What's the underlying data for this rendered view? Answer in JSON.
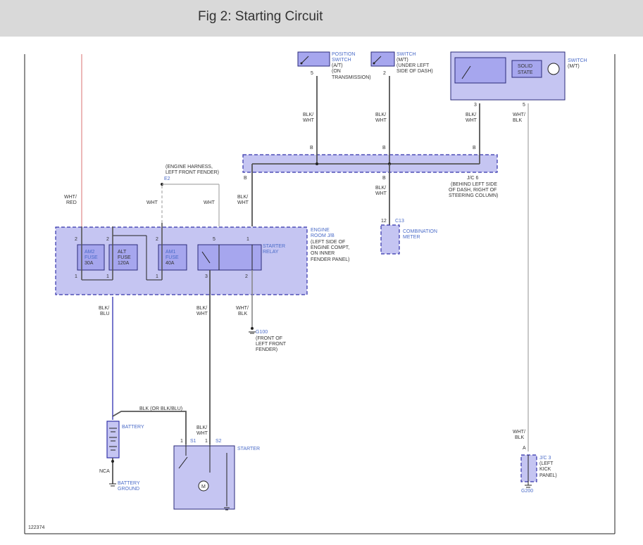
{
  "header": {
    "title": "Fig 2: Starting Circuit"
  },
  "diagram": {
    "figure_id": "122374",
    "top_components": [
      {
        "name": "POSITION SWITCH",
        "lines": [
          "POSITION",
          "SWITCH",
          "(A/T)",
          "(ON",
          "TRANSMISSION)"
        ],
        "pin": "5"
      },
      {
        "name": "SWITCH (M/T)",
        "lines": [
          "SWITCH",
          "(M/T)",
          "(UNDER LEFT",
          "SIDE OF DASH)"
        ],
        "pin": "2"
      },
      {
        "name": "SOLID STATE",
        "lines": [
          "SOLID",
          "STATE"
        ],
        "pin": "3"
      },
      {
        "name": "SWITCH (M/T) right",
        "lines": [
          "SWITCH",
          "(M/T)"
        ],
        "pin": "5"
      }
    ],
    "wire_labels": {
      "blk_wht": [
        "BLK/",
        "WHT"
      ],
      "wht_blk": [
        "WHT/",
        "BLK"
      ],
      "wht_red": [
        "WHT/",
        "RED"
      ],
      "blk_blu": [
        "BLK/",
        "BLU"
      ],
      "wht": "WHT",
      "blk_or": "BLK (OR BLK/BLU)"
    },
    "jc6": {
      "pins": [
        "B",
        "B",
        "B",
        "B",
        "B"
      ],
      "label": "J/C 6",
      "note": [
        "(BEHIND LEFT SIDE",
        "OF DASH, RIGHT OF",
        "STEERING COLUMN)"
      ]
    },
    "engine_harness": {
      "lines": [
        "(ENGINE HARNESS,",
        "LEFT FRONT FENDER)"
      ],
      "id": "E2"
    },
    "engine_room_jb": {
      "lines": [
        "ENGINE",
        "ROOM J/B",
        "(LEFT SIDE OF",
        "ENGINE COMPT,",
        "ON INNER",
        "FENDER PANEL)"
      ]
    },
    "fuses": [
      {
        "lines": [
          "AM2",
          "FUSE",
          "30A"
        ],
        "pin_top": "2",
        "pin_bot": "1"
      },
      {
        "lines": [
          "ALT",
          "FUSE",
          "120A"
        ],
        "pin_top": "2",
        "pin_bot": "1"
      },
      {
        "lines": [
          "AM1",
          "FUSE",
          "40A"
        ],
        "pin_top": "2",
        "pin_bot": "1"
      }
    ],
    "starter_relay": {
      "lines": [
        "STARTER",
        "RELAY"
      ],
      "pins": [
        "5",
        "1",
        "3",
        "2"
      ]
    },
    "combination_meter": {
      "pin": "12",
      "id": "C13",
      "lines": [
        "COMBINATION",
        "METER"
      ]
    },
    "g100": {
      "id": "G100",
      "lines": [
        "(FRONT OF",
        "LEFT FRONT",
        "FENDER)"
      ]
    },
    "battery": {
      "label": "BATTERY",
      "nca": "NCA",
      "ground": [
        "BATTERY",
        "GROUND"
      ]
    },
    "starter": {
      "label": "STARTER",
      "pins": [
        "1",
        "1"
      ],
      "s1": "S1",
      "s2": "S2",
      "motor": "M"
    },
    "jc3": {
      "pin": "A",
      "lines": [
        "J/C 3",
        "(LEFT",
        "KICK",
        "PANEL)"
      ],
      "ground": "G200"
    }
  }
}
